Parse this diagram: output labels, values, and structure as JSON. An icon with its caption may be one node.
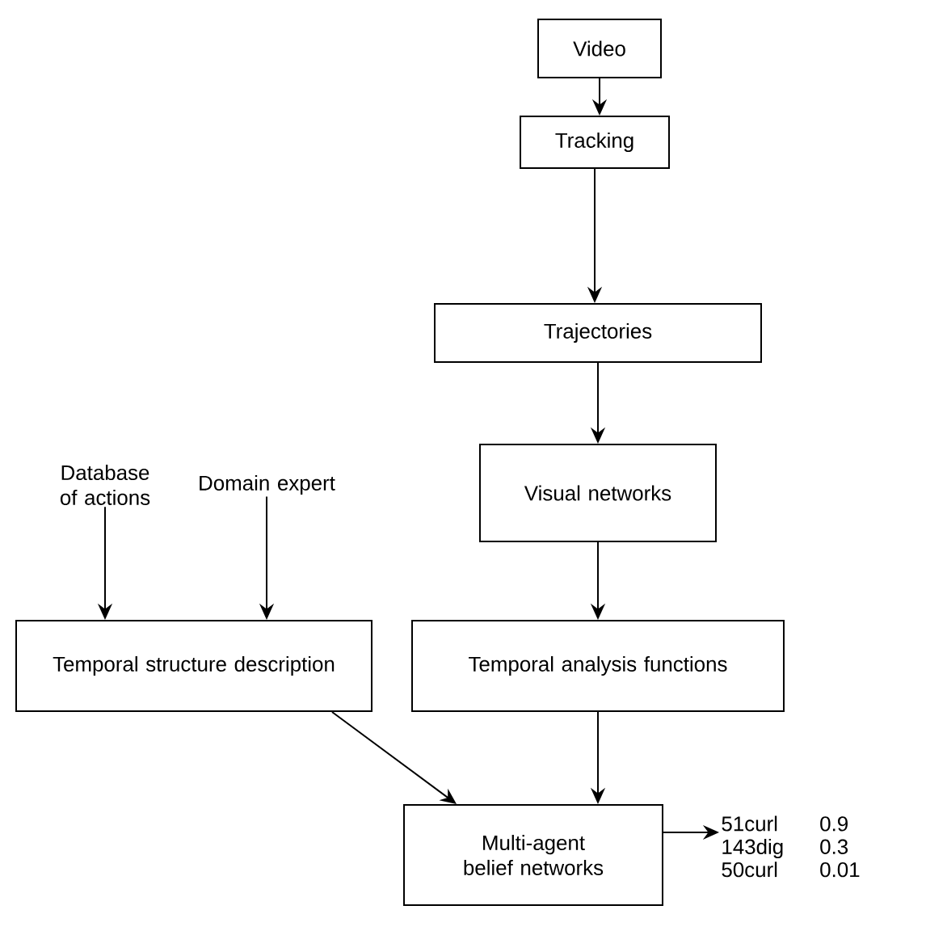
{
  "diagram": {
    "nodes": [
      {
        "text": [
          "Video"
        ]
      },
      {
        "text": [
          "Tracking"
        ]
      },
      {
        "text": [
          "Trajectories"
        ]
      },
      {
        "text": [
          "Visual networks"
        ]
      },
      {
        "text": [
          "Database of actions"
        ]
      },
      {
        "text": [
          "Domain expert"
        ]
      },
      {
        "text": [
          "Temporal structure description"
        ]
      },
      {
        "text": [
          "Temporal analysis functions"
        ]
      },
      {
        "text": [
          "Multi-agent belief networks"
        ]
      },
      {
        "text": [
          "51curl",
          "0.9",
          "143dig",
          "0.3",
          "50curl",
          "0.01"
        ]
      }
    ],
    "edges": [
      {
        "from": 0,
        "to": 1,
        "arrow": "to"
      },
      {
        "from": 1,
        "to": 2,
        "arrow": "to"
      },
      {
        "from": 2,
        "to": 3,
        "arrow": "to"
      },
      {
        "from": 3,
        "to": 7,
        "arrow": "to"
      },
      {
        "from": 4,
        "to": 6,
        "arrow": "to"
      },
      {
        "from": 5,
        "to": 6,
        "arrow": "to"
      },
      {
        "from": 6,
        "to": 8,
        "arrow": "to"
      },
      {
        "from": 7,
        "to": 8,
        "arrow": "to"
      },
      {
        "from": 8,
        "to": 9,
        "arrow": "to"
      }
    ]
  }
}
